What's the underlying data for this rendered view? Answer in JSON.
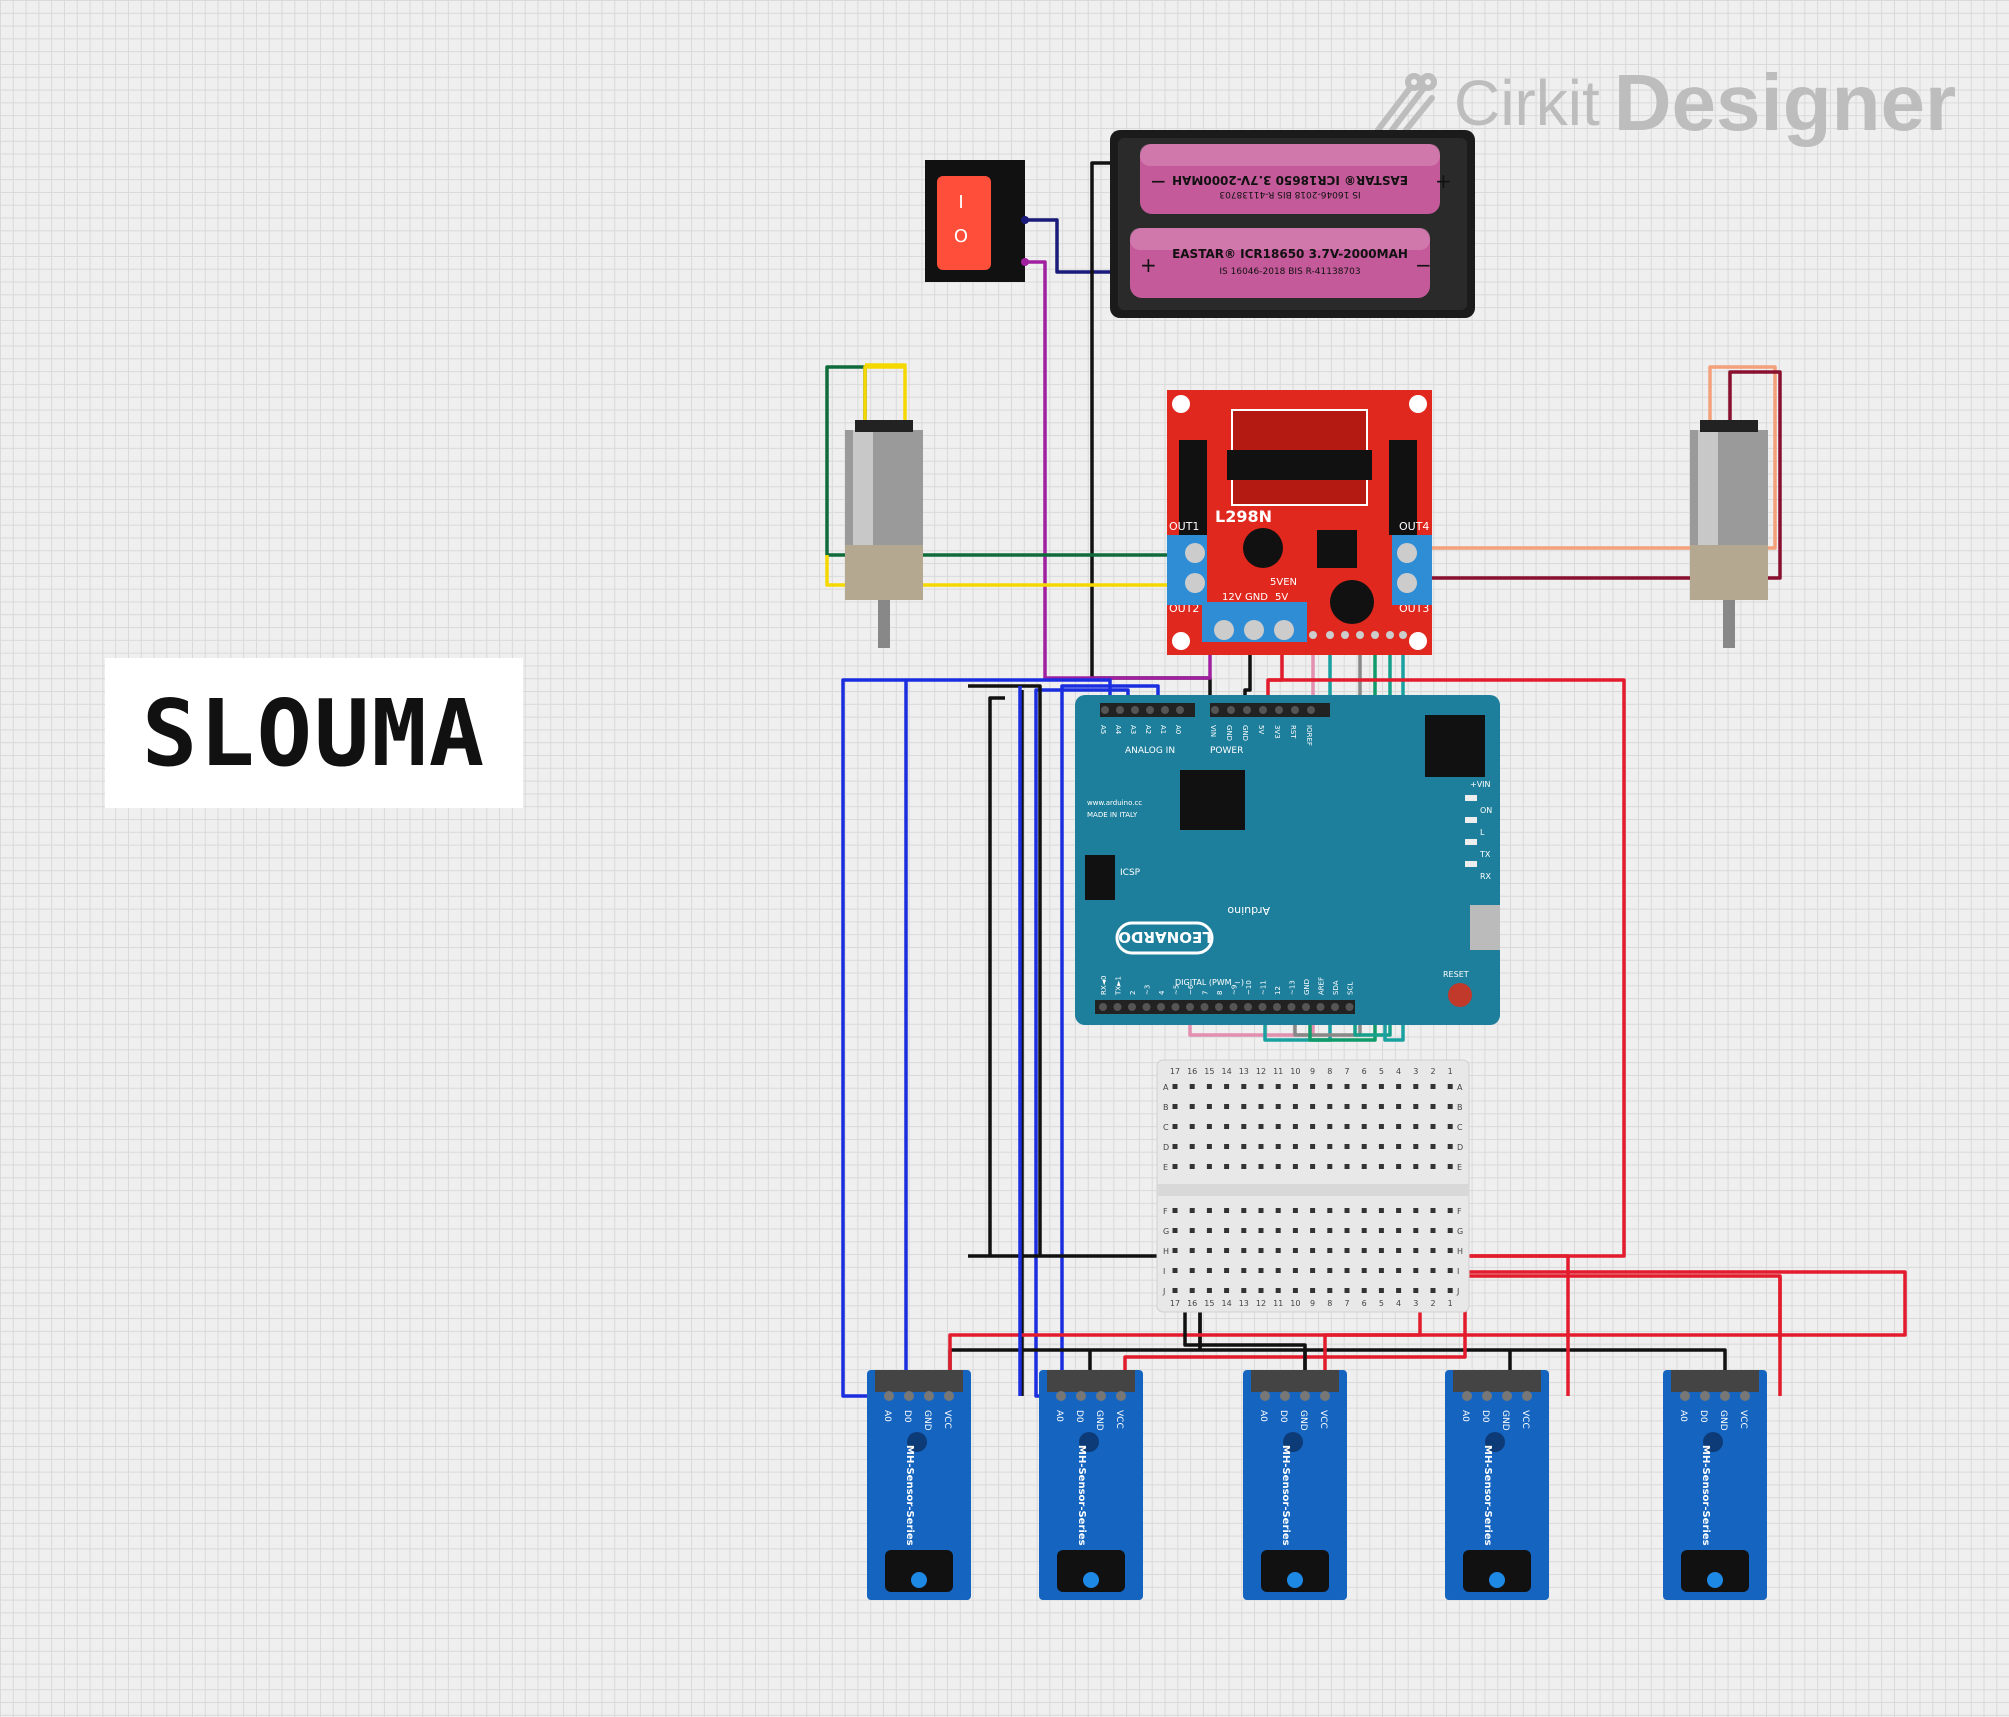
{
  "brand": {
    "name_light": "Cirkit",
    "name_bold": "Designer",
    "logo_icon": "cirkit-logo-icon"
  },
  "project_label": "SLOUMA",
  "colors": {
    "wire_red": "#e21b2d",
    "wire_black": "#111111",
    "wire_blue": "#1a2ee0",
    "wire_green": "#0f6b3a",
    "wire_yellow": "#f5d800",
    "wire_purple": "#a020a0",
    "wire_navy": "#1a1a7a",
    "wire_salmon": "#f4a07a",
    "wire_maroon": "#8a1030",
    "wire_teal": "#1aa0a0",
    "wire_pink": "#e28fb0",
    "wire_grey": "#888888",
    "board_red": "#e0281e",
    "arduino_teal": "#1e7f9c",
    "sensor_blue": "#1565c0",
    "battery_pink": "#c45a9a"
  },
  "switch": {
    "mark_on": "I",
    "mark_off": "O"
  },
  "battery": {
    "cells": [
      {
        "text": "EASTAR® ICR18650 3.7V-2000MAH",
        "text2": "IS 16046-2018 BIS R-41138703",
        "plus": "+",
        "minus": "−"
      },
      {
        "text": "EASTAR® ICR18650 3.7V-2000MAH",
        "text2": "IS 16046-2018 BIS R-41138703",
        "plus": "+",
        "minus": "−"
      }
    ]
  },
  "driver": {
    "chip": "L298N",
    "labels": {
      "out1": "OUT1",
      "out2": "OUT2",
      "out3": "OUT3",
      "out4": "OUT4",
      "v12": "12V",
      "gnd": "GND",
      "v5": "5V",
      "en": "5VEN"
    }
  },
  "arduino": {
    "model": "LEONARDO",
    "brand": "Arduino",
    "site": "www.arduino.cc",
    "made": "MADE IN ITALY",
    "power_label": "POWER",
    "analog_label": "ANALOG IN",
    "digital_label": "DIGITAL (PWM ~)",
    "icsp": "ICSP",
    "reset": "RESET",
    "vin": "+VIN",
    "leds": [
      "ON",
      "L",
      "TX",
      "RX"
    ],
    "analog_pins": [
      "A5",
      "A4",
      "A3",
      "A2",
      "A1",
      "A0"
    ],
    "power_pins": [
      "VIN",
      "GND",
      "GND",
      "5V",
      "3V3",
      "RST",
      "IOREF"
    ],
    "digital_pins": [
      "RX◄0",
      "TX►1",
      "2",
      "~3",
      "4",
      "~5",
      "~6",
      "7",
      "8",
      "~9",
      "~10",
      "~11",
      "12",
      "~13",
      "GND",
      "AREF",
      "SDA",
      "SCL"
    ]
  },
  "breadboard": {
    "columns": [
      "17",
      "16",
      "15",
      "14",
      "13",
      "12",
      "11",
      "10",
      "9",
      "8",
      "7",
      "6",
      "5",
      "4",
      "3",
      "2",
      "1"
    ],
    "rows_top": [
      "A",
      "B",
      "C",
      "D",
      "E"
    ],
    "rows_bottom": [
      "F",
      "G",
      "H",
      "I",
      "J"
    ]
  },
  "sensors": [
    {
      "label": "MH-Sensor-Series",
      "pins": [
        "A0",
        "D0",
        "GND",
        "VCC"
      ]
    },
    {
      "label": "MH-Sensor-Series",
      "pins": [
        "A0",
        "D0",
        "GND",
        "VCC"
      ]
    },
    {
      "label": "MH-Sensor-Series",
      "pins": [
        "A0",
        "D0",
        "GND",
        "VCC"
      ]
    },
    {
      "label": "MH-Sensor-Series",
      "pins": [
        "A0",
        "D0",
        "GND",
        "VCC"
      ]
    },
    {
      "label": "MH-Sensor-Series",
      "pins": [
        "A0",
        "D0",
        "GND",
        "VCC"
      ]
    }
  ]
}
